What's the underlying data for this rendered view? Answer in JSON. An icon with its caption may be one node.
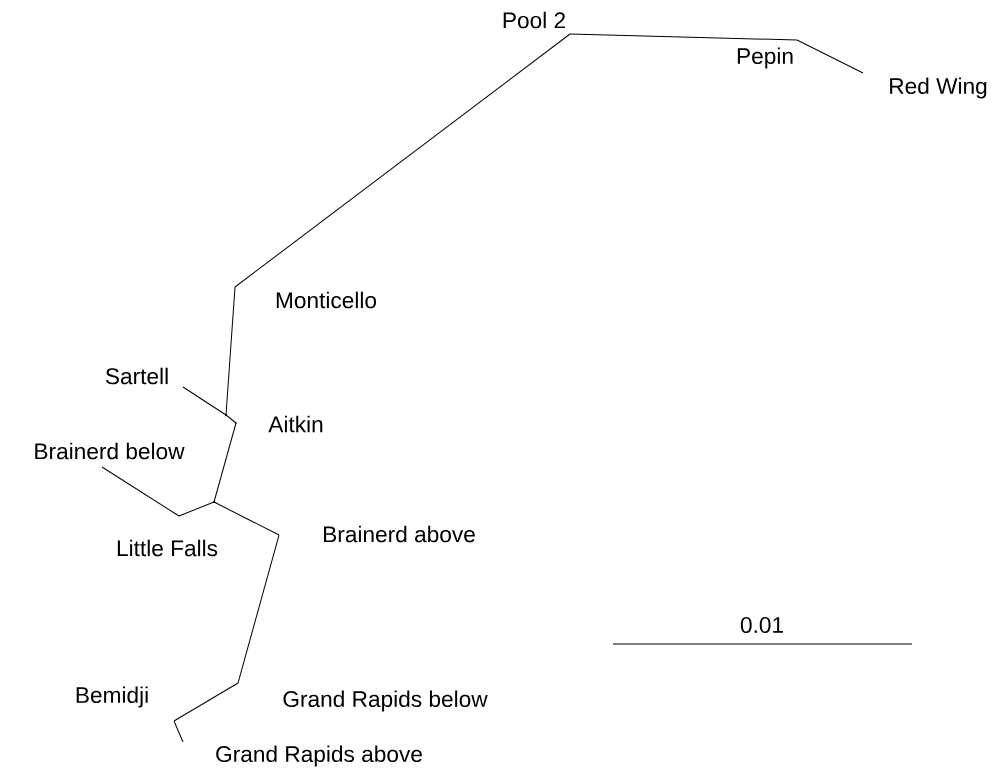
{
  "diagram": {
    "nodes": [
      {
        "text": [
          "Pool 2"
        ]
      },
      {
        "text": [
          "Pepin"
        ]
      },
      {
        "text": [
          "Red Wing"
        ]
      },
      {
        "text": [
          "Monticello"
        ]
      },
      {
        "text": [
          "Sartell"
        ]
      },
      {
        "text": [],
        "shape": "point"
      },
      {
        "text": [
          "Aitkin"
        ]
      },
      {
        "text": [
          "Brainerd below"
        ]
      },
      {
        "text": [],
        "shape": "point"
      },
      {
        "text": [
          "Little Falls"
        ]
      },
      {
        "text": [
          "Brainerd above"
        ]
      },
      {
        "text": [
          "Bemidji"
        ]
      },
      {
        "text": [
          "Grand Rapids below"
        ]
      },
      {
        "text": [
          "Grand Rapids above"
        ]
      }
    ],
    "edges": [
      {
        "from": 2,
        "to": 1,
        "arrow": "none"
      },
      {
        "from": 1,
        "to": 0,
        "arrow": "none"
      },
      {
        "from": 0,
        "to": 3,
        "arrow": "none"
      },
      {
        "from": 3,
        "to": 5,
        "arrow": "none"
      },
      {
        "from": 5,
        "to": 4,
        "arrow": "none"
      },
      {
        "from": 5,
        "to": 6,
        "arrow": "none"
      },
      {
        "from": 6,
        "to": 8,
        "arrow": "none"
      },
      {
        "from": 8,
        "to": 9,
        "arrow": "none"
      },
      {
        "from": 9,
        "to": 7,
        "arrow": "none"
      },
      {
        "from": 8,
        "to": 10,
        "arrow": "none"
      },
      {
        "from": 10,
        "to": 12,
        "arrow": "none"
      },
      {
        "from": 12,
        "to": 11,
        "arrow": "none"
      },
      {
        "from": 11,
        "to": 13,
        "arrow": "none"
      }
    ],
    "labels": [
      "0.01"
    ]
  }
}
